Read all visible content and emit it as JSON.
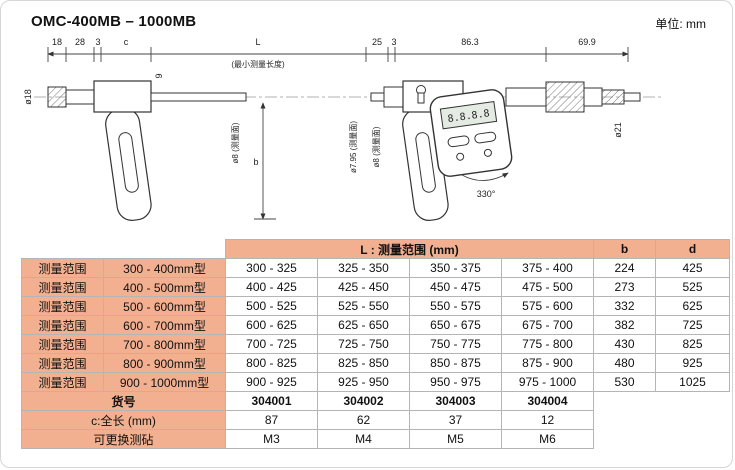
{
  "page": {
    "title": "OMC-400MB – 1000MB",
    "unit_label": "单位: mm"
  },
  "diagram": {
    "top_dims": [
      "18",
      "28",
      "3",
      "c",
      "L",
      "25",
      "3",
      "86.3",
      "69.9"
    ],
    "min_length_note": "(最小测量长度)",
    "left_dia": "ø18",
    "dim9": "9",
    "face_left": "ø8 (测量面)",
    "dim_b": "b",
    "face_right1": "ø7.95 (测量面)",
    "face_right2": "ø8 (测量面)",
    "dia21": "ø21",
    "angle": "330°",
    "lcd": "8.8.8.8"
  },
  "table": {
    "l_header": "L : 测量范围 (mm)",
    "b_header": "b",
    "d_header": "d",
    "rows": [
      {
        "label": "测量范围",
        "type": "300 - 400mm型",
        "values": [
          "300 - 325",
          "325 - 350",
          "350 - 375",
          "375 - 400"
        ],
        "b": "224",
        "d": "425"
      },
      {
        "label": "测量范围",
        "type": "400 - 500mm型",
        "values": [
          "400 - 425",
          "425 - 450",
          "450 - 475",
          "475 - 500"
        ],
        "b": "273",
        "d": "525"
      },
      {
        "label": "测量范围",
        "type": "500 - 600mm型",
        "values": [
          "500 - 525",
          "525 - 550",
          "550 - 575",
          "575 - 600"
        ],
        "b": "332",
        "d": "625"
      },
      {
        "label": "测量范围",
        "type": "600 - 700mm型",
        "values": [
          "600 - 625",
          "625 - 650",
          "650 - 675",
          "675 - 700"
        ],
        "b": "382",
        "d": "725"
      },
      {
        "label": "测量范围",
        "type": "700 - 800mm型",
        "values": [
          "700 - 725",
          "725 - 750",
          "750 - 775",
          "775 - 800"
        ],
        "b": "430",
        "d": "825"
      },
      {
        "label": "测量范围",
        "type": "800 - 900mm型",
        "values": [
          "800 - 825",
          "825 - 850",
          "850 - 875",
          "875 - 900"
        ],
        "b": "480",
        "d": "925"
      },
      {
        "label": "测量范围",
        "type": "900 - 1000mm型",
        "values": [
          "900 - 925",
          "925 - 950",
          "950 - 975",
          "975 - 1000"
        ],
        "b": "530",
        "d": "1025"
      }
    ],
    "footer": {
      "part_label": "货号",
      "parts": [
        "304001",
        "304002",
        "304003",
        "304004"
      ],
      "length_label": "c:全长 (mm)",
      "lengths": [
        "87",
        "62",
        "37",
        "12"
      ],
      "anvil_label": "可更换测砧",
      "anvils": [
        "M3",
        "M4",
        "M5",
        "M6"
      ]
    }
  }
}
